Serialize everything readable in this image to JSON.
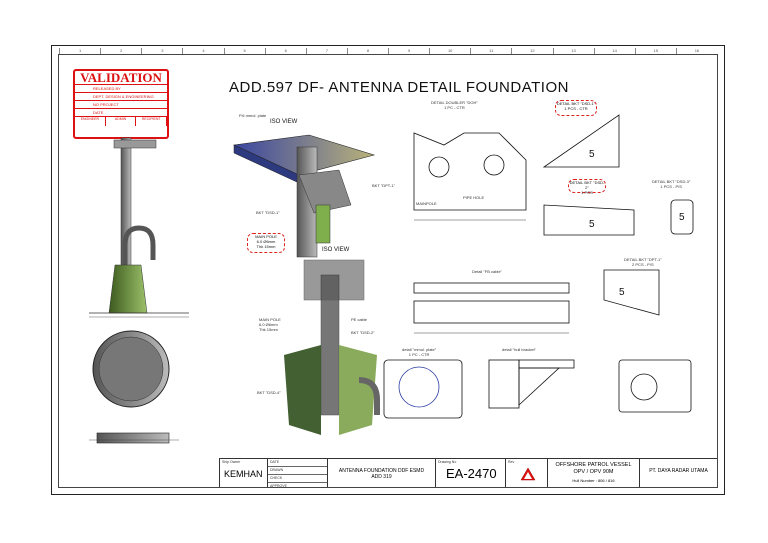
{
  "title": "ADD.597 DF- ANTENNA DETAIL FOUNDATION",
  "stamp": {
    "heading": "VALIDATION",
    "line1": "RELEASED BY",
    "line2": "DEPT. DESIGN & ENGINEERING",
    "line3": "NO PROJECT",
    "date_label": "DATE",
    "col1": "ENGINEER",
    "col2": "ADMIN",
    "col3": "RECIPIENT"
  },
  "views": {
    "iso_view_1": "ISO VIEW",
    "iso_view_2": "ISO VIEW",
    "plate_label": "P.6 mmol. plate",
    "bkt_labels": [
      "BKT \"DPT-1\"",
      "BKT \"DSD-1\"",
      "BKT \"DSD-2\"",
      "BKT \"DSD-4\""
    ],
    "main_pole_cloud": "MAIN POLE\n6.0 Ø6mm\nThk 15mm",
    "main_pole_2": "MAIN POLE\n6.0 Ø6mm\nThk 15mm",
    "pe_cable": "PE cable"
  },
  "details": {
    "doubler": "DETAIL DOUBLER \"DOH\"\n1 PC - CTR",
    "bkt_dsd1": "DETAIL BKT \"DSD-1\"\n1 PCS - CTR",
    "bkt_dsd2": "DETAIL BKT \"DSD-2\"\n1 PCS",
    "bkt_dsd3": "DETAIL BKT \"DSD-3\"\n1 PCS - P/S",
    "fb_cable": "Detail \"FB cable\"",
    "bkt_dpt1": "DETAIL BKT \"DPT-1\"\n2 PCS - P/S",
    "plate": "detail \"mmol. plate\"\n1 PC - CTR",
    "hull_bracket": "detail \"hull bracket\"",
    "mainpole": "MAINPOLE",
    "pipe_hole": "PIPE HOLE"
  },
  "titleblock": {
    "customer_label": "Ship Owner",
    "customer": "KEMHAN",
    "approvals": [
      "DATE",
      "DRAWN",
      "CHECK",
      "APPROVE"
    ],
    "project": "ANTENNA FOUNDATION DDF ESMD\nADD 319",
    "drawing_label": "Drawing No",
    "drawing_no": "EA-2470",
    "rev_label": "Rev",
    "vessel_1": "OFFSHORE PATROL VESSEL",
    "vessel_2": "OPV / OPV 90M",
    "hull": "Hull Number : 806 / 816",
    "company": "PT. DAYA RADAR UTAMA"
  },
  "ruler": [
    "1",
    "2",
    "3",
    "4",
    "5",
    "6",
    "7",
    "8",
    "9",
    "10",
    "11",
    "12",
    "13",
    "14",
    "15",
    "16"
  ]
}
